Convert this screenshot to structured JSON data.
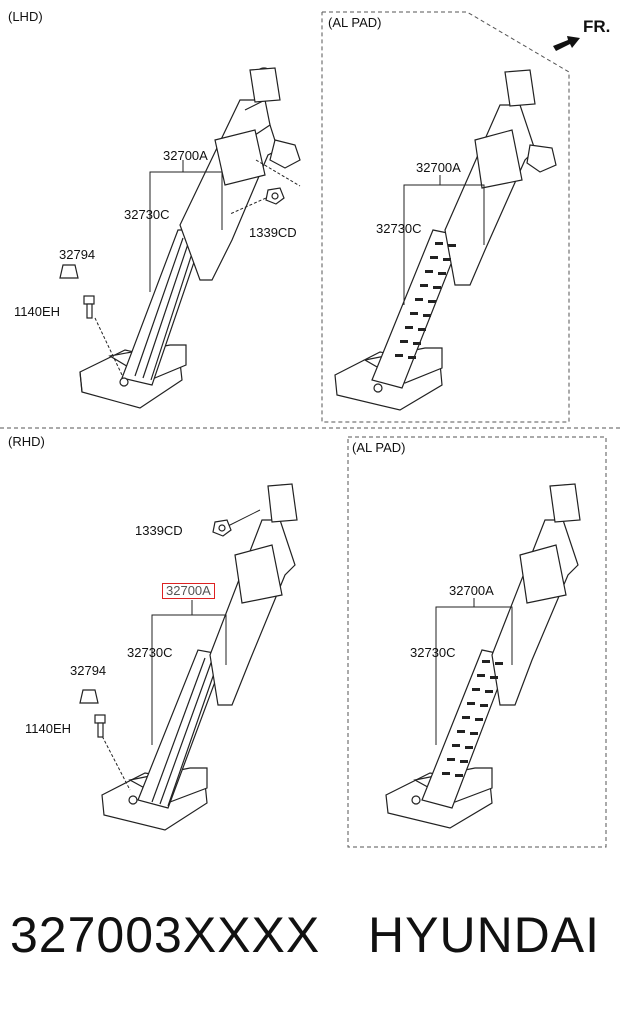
{
  "sections": {
    "lhd": "(LHD)",
    "rhd": "(RHD)",
    "al_pad_top": "(AL PAD)",
    "al_pad_bottom": "(AL PAD)"
  },
  "direction": "FR.",
  "parts": {
    "assembly": "32700A",
    "pad": "32730C",
    "nut": "1339CD",
    "stopper": "32794",
    "bolt": "1140EH"
  },
  "footer": {
    "part_number": "327003XXXX",
    "brand": "HYUNDAI"
  },
  "colors": {
    "highlight": "#d22222",
    "line": "#222222"
  }
}
